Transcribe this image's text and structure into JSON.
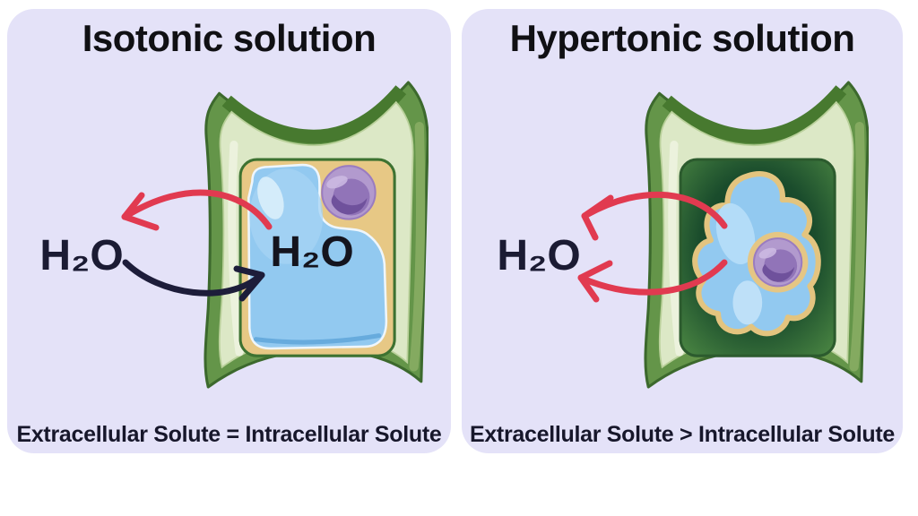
{
  "panels": [
    {
      "title": "Isotonic solution",
      "caption": "Extracellular Solute = Intracellular Solute",
      "outside_label": "H₂O",
      "inside_label": "H₂O",
      "cell_state": "turgid plant cell, large central vacuole, nucleus top-right",
      "arrows": [
        {
          "name": "water-out-arrow",
          "color": "#e13a50",
          "direction": "out-of-cell"
        },
        {
          "name": "water-in-arrow",
          "color": "#1d1d3a",
          "direction": "into-cell"
        }
      ]
    },
    {
      "title": "Hypertonic solution",
      "caption": "Extracellular Solute > Intracellular Solute",
      "outside_label": "H₂O",
      "cell_state": "plasmolyzed plant cell, shrunken protoplast, nucleus inside protoplast",
      "arrows": [
        {
          "name": "water-out-upper-arrow",
          "color": "#e13a50",
          "direction": "out-of-cell"
        },
        {
          "name": "water-out-lower-arrow",
          "color": "#e13a50",
          "direction": "out-of-cell"
        }
      ]
    }
  ],
  "colors": {
    "page_bg": "#ffffff",
    "panel_bg": "#e4e2f8",
    "title_text": "#101014",
    "caption_text": "#17172b",
    "h2o_text": "#1b1b33",
    "arrow_red": "#e13a50",
    "arrow_navy": "#1d1d3a",
    "cell_wall_green": "#649549",
    "cell_wall_dark": "#47792f",
    "cell_wall_pale": "#dce8c6",
    "cytoplasm_tan": "#e7c885",
    "vacuole_blue": "#92c9f0",
    "nucleus_purple": "#9174b8",
    "hypertonic_interior": "#123e26"
  }
}
